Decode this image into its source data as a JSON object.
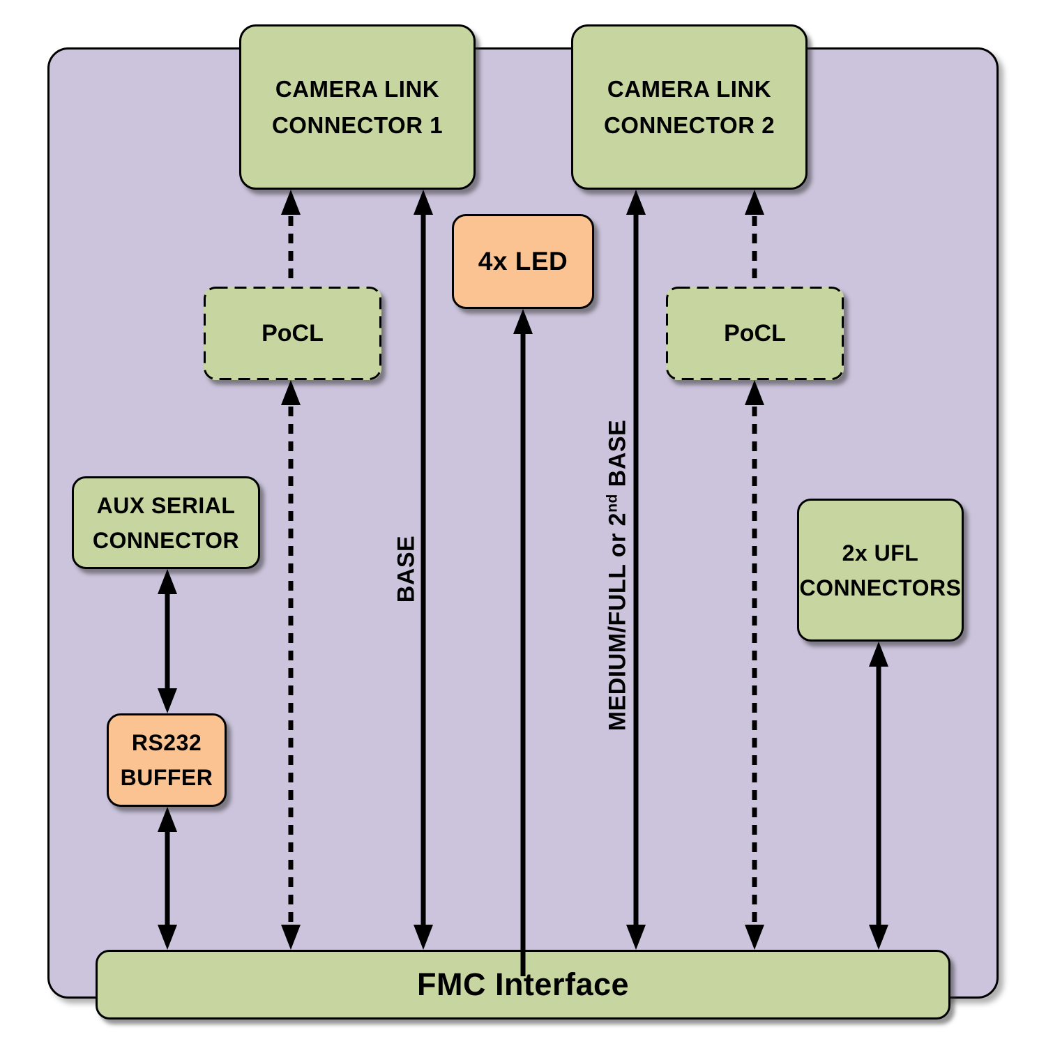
{
  "boxes": {
    "clc1": [
      "CAMERA LINK",
      "CONNECTOR 1"
    ],
    "clc2": [
      "CAMERA LINK",
      "CONNECTOR 2"
    ],
    "led": "4x LED",
    "pocl1": "PoCL",
    "pocl2": "PoCL",
    "aux": [
      "AUX SERIAL",
      "CONNECTOR"
    ],
    "rs232": [
      "RS232",
      "BUFFER"
    ],
    "ufl": [
      "2x UFL",
      "CONNECTORS"
    ],
    "fmc": "FMC Interface"
  },
  "labels": {
    "base": "BASE",
    "medium_full_pre": "MEDIUM/FULL or 2",
    "medium_full_sup": "nd",
    "medium_full_post": " BASE"
  },
  "colors": {
    "panel-purple": "#CBC4DC",
    "box-green": "#C7D6A1",
    "box-orange": "#FBC392",
    "line-black": "#000000"
  }
}
